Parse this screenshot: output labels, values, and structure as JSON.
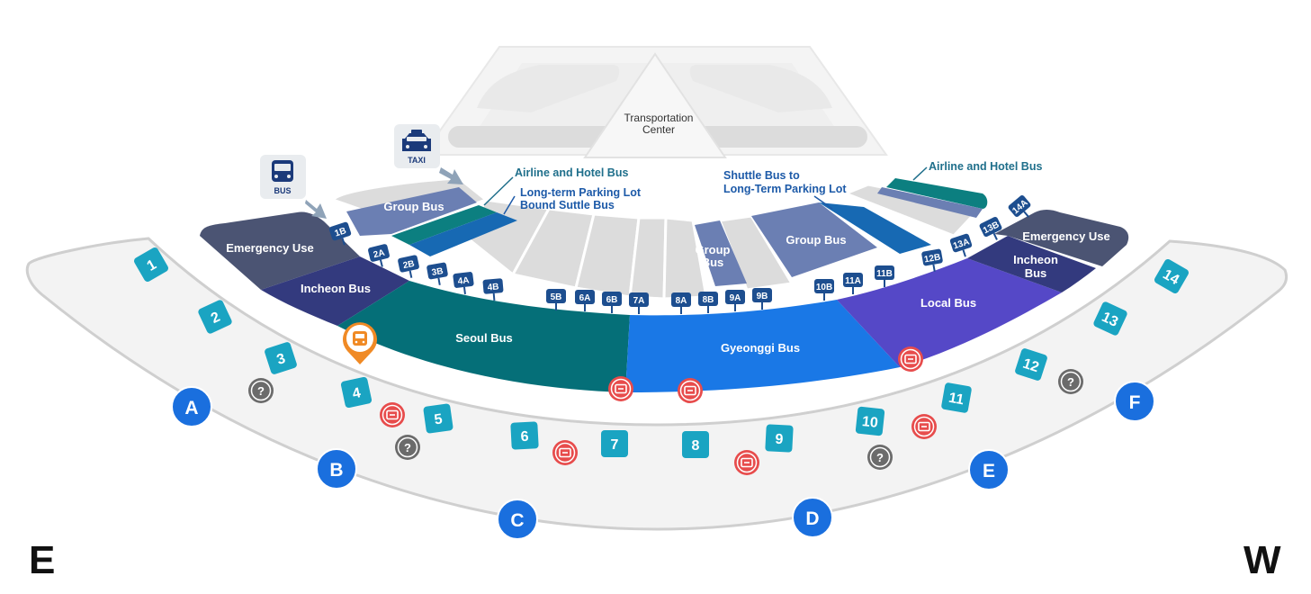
{
  "colors": {
    "emergency": "#4b5473",
    "incheon_bus": "#333a7e",
    "seoul_bus": "#056f78",
    "gyeonggi_bus": "#1a78e6",
    "local_bus": "#5548c7",
    "group_bus": "#6b7fb3",
    "airline_bus": "#0c7f80",
    "parking_bus": "#1769b3",
    "stop_marker": "#1d4e8f",
    "gate": "#1aa4c2",
    "door": "#1a6fde",
    "ticket": "#e74c4c",
    "info": "#6b6b6b",
    "bus_pin": "#f08a25"
  },
  "building": {
    "label": "Transportation Center"
  },
  "icons": {
    "bus": {
      "name": "bus-icon",
      "label": "BUS"
    },
    "taxi": {
      "name": "taxi-icon",
      "label": "TAXI"
    }
  },
  "zones": {
    "emergency_left": "Emergency Use",
    "incheon_left": "Incheon Bus",
    "seoul": "Seoul Bus",
    "gyeonggi": "Gyeonggi Bus",
    "local": "Local Bus",
    "incheon_right": "Incheon Bus",
    "emergency_right": "Emergency Use",
    "group_left": "Group Bus",
    "group_center": "Group Bus",
    "group_right": "Group Bus"
  },
  "callouts": {
    "airline_left": "Airline and Hotel Bus",
    "parking_left": "Long-term Parking Lot Bound Suttle Bus",
    "shuttle_center": "Shuttle Bus to Long-Term Parking Lot",
    "airline_right": "Airline and Hotel Bus"
  },
  "stops": [
    "1B",
    "2A",
    "2B",
    "3B",
    "4A",
    "4B",
    "5B",
    "6A",
    "6B",
    "7A",
    "8A",
    "8B",
    "9A",
    "9B",
    "10B",
    "11A",
    "11B",
    "12B",
    "13A",
    "13B",
    "14A"
  ],
  "gates": [
    "1",
    "2",
    "3",
    "4",
    "5",
    "6",
    "7",
    "8",
    "9",
    "10",
    "11",
    "12",
    "13",
    "14"
  ],
  "doors": [
    "A",
    "B",
    "C",
    "D",
    "E",
    "F"
  ],
  "compass": {
    "east": "E",
    "west": "W"
  }
}
